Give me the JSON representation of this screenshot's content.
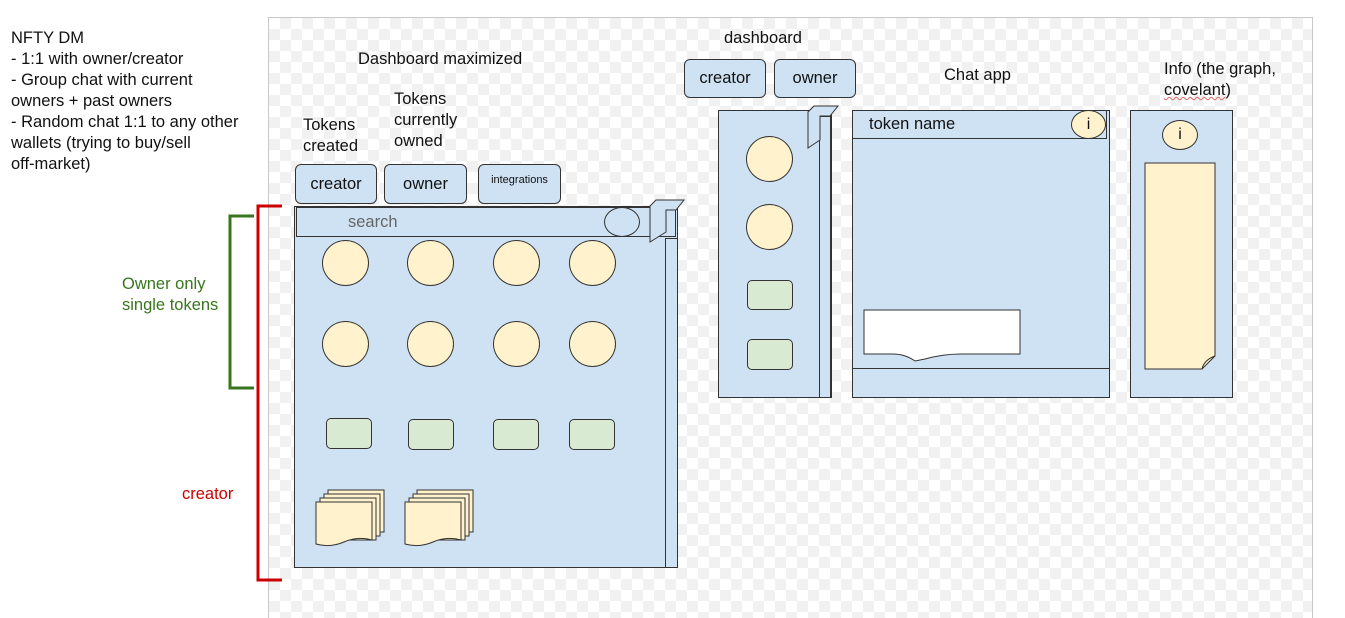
{
  "notes": {
    "title": "NFTY DM",
    "lines": [
      "- 1:1 with owner/creator",
      "- Group chat with current",
      "owners + past owners",
      "- Random chat 1:1 to any other",
      "wallets (trying to buy/sell",
      "off-market)"
    ]
  },
  "braces": {
    "owner_label_line1": "Owner only",
    "owner_label_line2": "single tokens",
    "owner_color": "#38761d",
    "creator_label": "creator",
    "creator_color": "#cc0000"
  },
  "dashboard_max": {
    "title": "Dashboard maximized",
    "tokens_created": [
      "Tokens",
      "created"
    ],
    "tokens_owned": [
      "Tokens",
      "currently",
      "owned"
    ],
    "tabs": {
      "creator": "creator",
      "owner": "owner",
      "integrations": "integrations"
    },
    "search_placeholder": "search"
  },
  "dashboard_small": {
    "title": "dashboard",
    "tabs": {
      "creator": "creator",
      "owner": "owner"
    }
  },
  "chat": {
    "title": "Chat app",
    "header": "token name",
    "info_icon": "i"
  },
  "info": {
    "title_line1": "Info (the graph,",
    "title_line2": "covelant",
    "title_line2_suffix": ")",
    "info_icon": "i"
  },
  "colors": {
    "panel": "#cfe2f3",
    "token": "#fff2cc",
    "chip": "#d9ead3"
  }
}
